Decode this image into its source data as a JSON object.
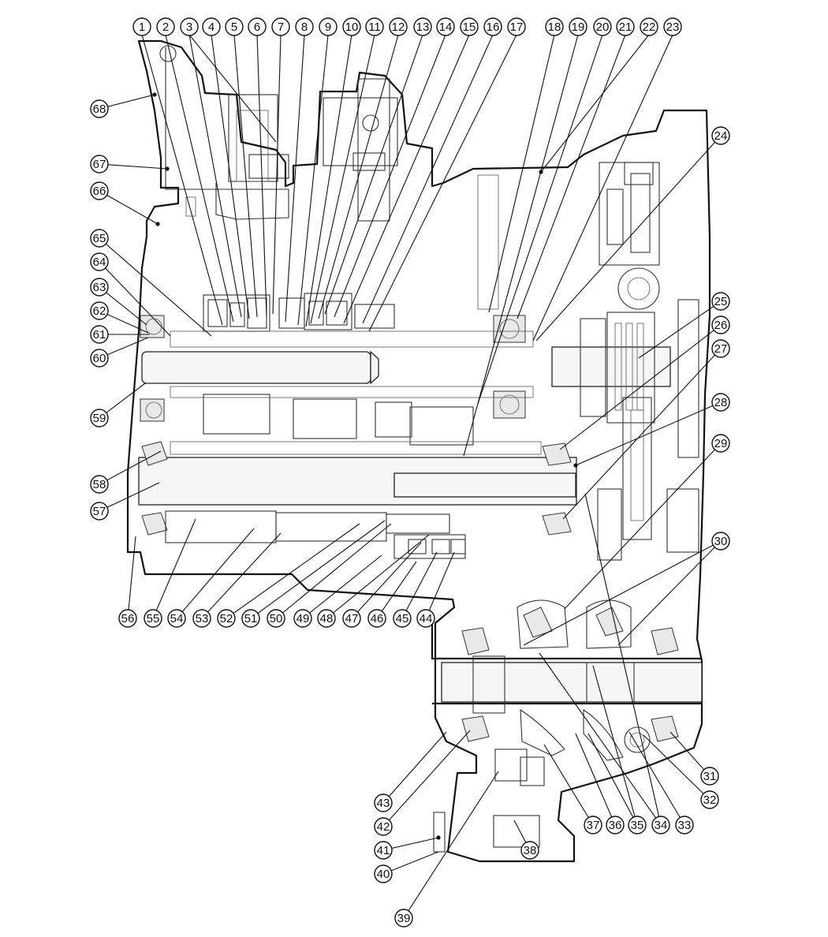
{
  "diagram": {
    "labels": [
      {
        "n": "1"
      },
      {
        "n": "2"
      },
      {
        "n": "3"
      },
      {
        "n": "4"
      },
      {
        "n": "5"
      },
      {
        "n": "6"
      },
      {
        "n": "7"
      },
      {
        "n": "8"
      },
      {
        "n": "9"
      },
      {
        "n": "10"
      },
      {
        "n": "11"
      },
      {
        "n": "12"
      },
      {
        "n": "13"
      },
      {
        "n": "14"
      },
      {
        "n": "15"
      },
      {
        "n": "16"
      },
      {
        "n": "17"
      },
      {
        "n": "18"
      },
      {
        "n": "19"
      },
      {
        "n": "20"
      },
      {
        "n": "21"
      },
      {
        "n": "22"
      },
      {
        "n": "23"
      },
      {
        "n": "24"
      },
      {
        "n": "25"
      },
      {
        "n": "26"
      },
      {
        "n": "27"
      },
      {
        "n": "28"
      },
      {
        "n": "29"
      },
      {
        "n": "30"
      },
      {
        "n": "31"
      },
      {
        "n": "32"
      },
      {
        "n": "33"
      },
      {
        "n": "34"
      },
      {
        "n": "35"
      },
      {
        "n": "36"
      },
      {
        "n": "37"
      },
      {
        "n": "38"
      },
      {
        "n": "39"
      },
      {
        "n": "40"
      },
      {
        "n": "41"
      },
      {
        "n": "42"
      },
      {
        "n": "43"
      },
      {
        "n": "44"
      },
      {
        "n": "45"
      },
      {
        "n": "46"
      },
      {
        "n": "47"
      },
      {
        "n": "48"
      },
      {
        "n": "49"
      },
      {
        "n": "50"
      },
      {
        "n": "51"
      },
      {
        "n": "52"
      },
      {
        "n": "53"
      },
      {
        "n": "54"
      },
      {
        "n": "55"
      },
      {
        "n": "56"
      },
      {
        "n": "57"
      },
      {
        "n": "58"
      },
      {
        "n": "59"
      },
      {
        "n": "60"
      },
      {
        "n": "61"
      },
      {
        "n": "62"
      },
      {
        "n": "63"
      },
      {
        "n": "64"
      },
      {
        "n": "65"
      },
      {
        "n": "66"
      },
      {
        "n": "67"
      },
      {
        "n": "68"
      }
    ]
  }
}
